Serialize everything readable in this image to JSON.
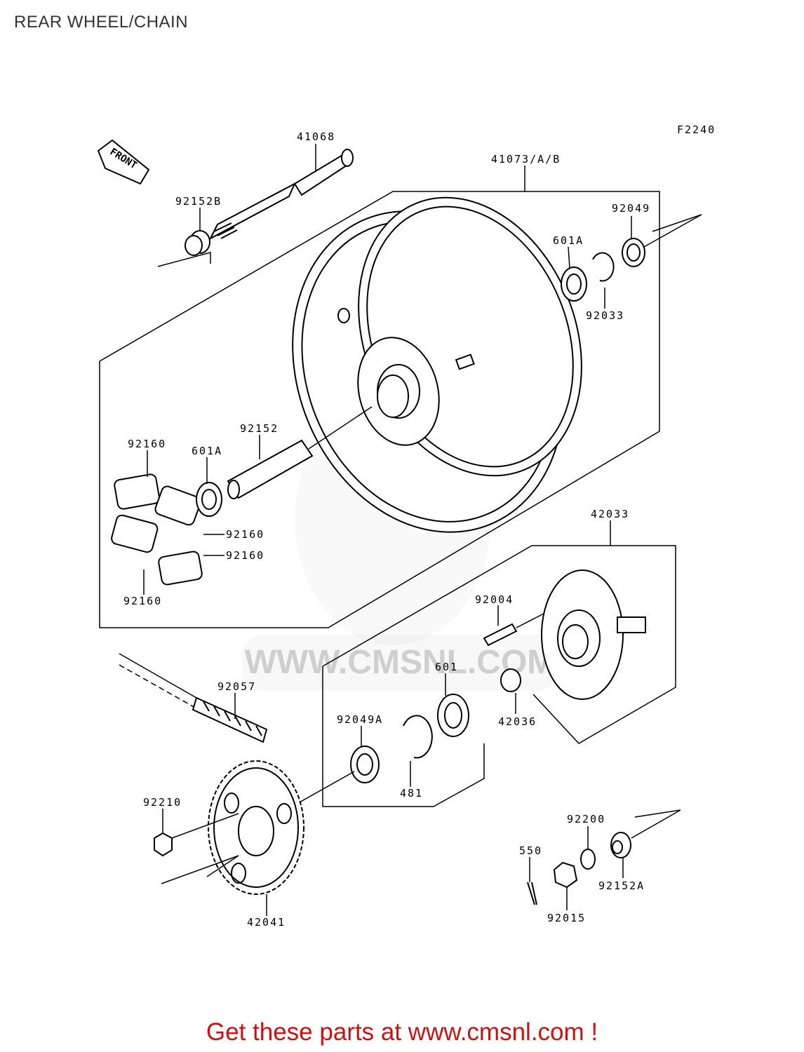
{
  "title": "REAR WHEEL/CHAIN",
  "footer": "Get these parts at www.cmsnl.com !",
  "figure_code": "F2240",
  "front_label": "FRONT",
  "watermark": "WWW.CMSNL.COM",
  "parts": {
    "p41068": "41068",
    "p41073": "41073/A/B",
    "p92152B": "92152B",
    "p92049": "92049",
    "p601A_top": "601A",
    "p92033": "92033",
    "p92160_a": "92160",
    "p601A_left": "601A",
    "p92152": "92152",
    "p92160_b": "92160",
    "p92160_c": "92160",
    "p92160_d": "92160",
    "p42033": "42033",
    "p92004": "92004",
    "p92057": "92057",
    "p601": "601",
    "p42036": "42036",
    "p92049A": "92049A",
    "p481": "481",
    "p92210": "92210",
    "p92200": "92200",
    "p550": "550",
    "p92152A": "92152A",
    "p92015": "92015",
    "p42041": "42041"
  }
}
